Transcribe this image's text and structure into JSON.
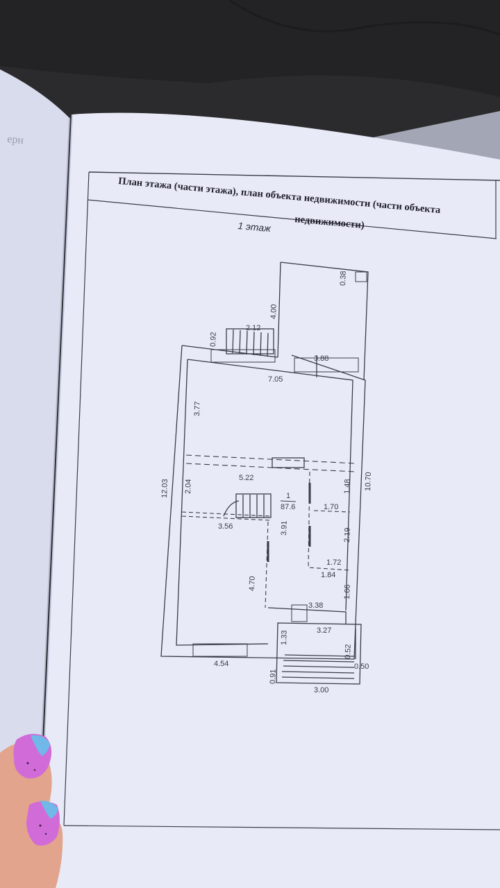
{
  "document": {
    "title_line1": "План этажа (части этажа), план объекта недвижимости (части объекта",
    "title_line2": "недвижимости)",
    "floor_label": "1 этаж",
    "side_page_fragment": "ерн"
  },
  "plan": {
    "room_number": "1",
    "room_area": "87.6",
    "dimensions": {
      "d_2_12": "2.12",
      "d_0_92": "0.92",
      "d_4_00": "4.00",
      "d_0_38": "0.38",
      "d_3_88": "3.88",
      "d_7_05": "7.05",
      "d_3_77": "3.77",
      "d_12_03": "12.03",
      "d_2_04": "2.04",
      "d_5_22": "5.22",
      "d_10_70": "10.70",
      "d_1_48": "1.48",
      "d_1_70": "1.70",
      "d_3_56": "3.56",
      "d_3_91": "3.91",
      "d_2_19": "2.19",
      "d_1_72": "1.72",
      "d_1_84": "1.84",
      "d_4_70": "4.70",
      "d_1_66": "1.66",
      "d_3_38": "3.38",
      "d_3_27": "3.27",
      "d_1_33": "1.33",
      "d_0_52": "0.52",
      "d_0_50": "0.50",
      "d_4_54": "4.54",
      "d_0_91": "0.91",
      "d_3_00": "3.00"
    }
  },
  "colors": {
    "paper": "#e9ecf8",
    "paper_shadow": "#c9cde0",
    "car_seat": "#2b2b2d",
    "ink": "#3a3a48",
    "nail_pink": "#d06bd8",
    "nail_blue": "#6fb8e8",
    "skin": "#e2a48c"
  }
}
